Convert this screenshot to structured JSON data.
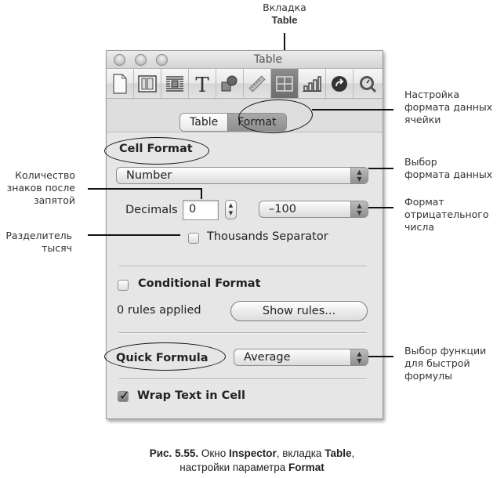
{
  "callouts": {
    "tab_table": {
      "line1": "Вкладка",
      "line2": "Table"
    },
    "cell_format_setting": [
      "Настройка",
      "формата данных",
      "ячейки"
    ],
    "data_format_choice": [
      "Выбор",
      "формата данных"
    ],
    "negative_format": [
      "Формат",
      "отрицательного",
      "числа"
    ],
    "quick_formula_choice": [
      "Выбор функции",
      "для быстрой",
      "формулы"
    ],
    "decimals_count": [
      "Количество",
      "знаков после",
      "запятой"
    ],
    "thousands_separator": [
      "Разделитель",
      "тысяч"
    ]
  },
  "window": {
    "title": "Table",
    "toolbar": [
      {
        "name": "document-inspector-icon",
        "selected": false
      },
      {
        "name": "layout-inspector-icon",
        "selected": false
      },
      {
        "name": "wrap-inspector-icon",
        "selected": false
      },
      {
        "name": "text-inspector-icon",
        "selected": false
      },
      {
        "name": "graphic-inspector-icon",
        "selected": false
      },
      {
        "name": "metrics-inspector-icon",
        "selected": false
      },
      {
        "name": "table-inspector-icon",
        "selected": true
      },
      {
        "name": "chart-inspector-icon",
        "selected": false
      },
      {
        "name": "link-inspector-icon",
        "selected": false
      },
      {
        "name": "quicktime-inspector-icon",
        "selected": false
      }
    ],
    "segments": {
      "table": "Table",
      "format": "Format",
      "active": "Format"
    },
    "cell_format": {
      "heading": "Cell Format",
      "format_value": "Number",
      "decimals_label": "Decimals",
      "decimals_value": "0",
      "negative_value": "–100",
      "thousands_label": "Thousands Separator",
      "thousands_checked": false
    },
    "conditional": {
      "label": "Conditional Format",
      "checked": false,
      "rules_text": "0 rules applied",
      "show_rules_button": "Show rules..."
    },
    "quick_formula": {
      "label": "Quick Formula",
      "value": "Average"
    },
    "wrap_text": {
      "label": "Wrap Text in Cell",
      "checked": true
    },
    "stepper_up": "▲",
    "stepper_down": "▼",
    "checkmark": "✓"
  },
  "caption": {
    "fig_label": "Рис. 5.55.",
    "text1": " Окно ",
    "bold1": "Inspector",
    "text2": ", вкладка ",
    "bold2": "Table",
    "text3": ",",
    "line2_text": "настройки параметра ",
    "line2_bold": "Format"
  }
}
